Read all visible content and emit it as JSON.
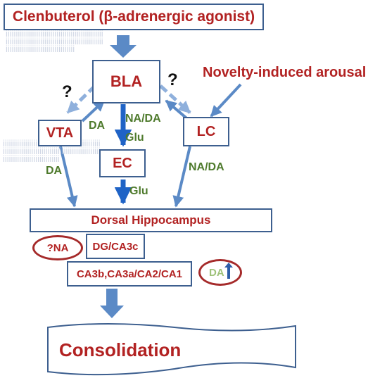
{
  "nodes": {
    "clenbuterol": "Clenbuterol (β-adrenergic agonist)",
    "bla": "BLA",
    "novelty": "Novelty-induced arousal",
    "vta": "VTA",
    "lc": "LC",
    "ec": "EC",
    "dorsal_hippocampus": "Dorsal Hippocampus",
    "dg_ca3c": "DG/CA3c",
    "ca_subfields": "CA3b,CA3a/CA2/CA1",
    "consolidation": "Consolidation"
  },
  "edge_labels": {
    "da_vta_bla": "DA",
    "na_da_bla_ec": "NA/DA",
    "glu_bla_ec": "Glu",
    "da_vta_dh": "DA",
    "na_da_lc_dh": "NA/DA",
    "glu_ec_dh": "Glu"
  },
  "ovals": {
    "na": "?NA",
    "da": "DA"
  },
  "marks": {
    "q_left": "?",
    "q_right": "?"
  },
  "colors": {
    "node_text": "#b22222",
    "label_text": "#4e7a2c",
    "arrow_steel": "#5b8ac6",
    "arrow_blue": "#1f63c6",
    "oval_border": "#a52a2a"
  }
}
